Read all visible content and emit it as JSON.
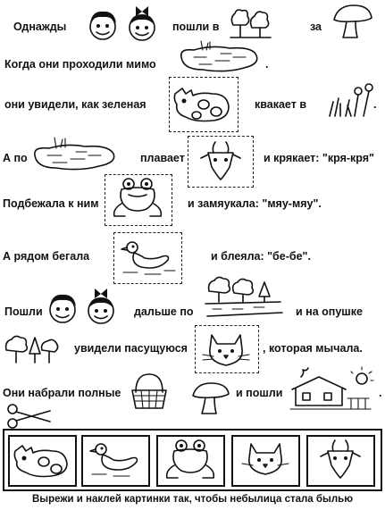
{
  "story": {
    "line1": {
      "t1": "Однажды",
      "t2": "пошли в",
      "t3": "за"
    },
    "line2": {
      "t1": "Когда они проходили мимо",
      "t2": "."
    },
    "line3": {
      "t1": "они увидели, как зеленая",
      "t2": "квакает в",
      "t3": "."
    },
    "line4": {
      "t1": "А по",
      "t2": "плавает",
      "t3": "и крякает: \"кря-кря\""
    },
    "line5": {
      "t1": "Подбежала к ним",
      "t2": "и замяукала: \"мяу-мяу\"."
    },
    "line6": {
      "t1": "А рядом бегала",
      "t2": "и блеяла: \"бе-бе\"."
    },
    "line7": {
      "t1": "Пошли",
      "t2": "дальше по",
      "t3": "и на опушке"
    },
    "line8": {
      "t2": "увидели пасущуюся",
      "t3": ", которая мычала."
    },
    "line9": {
      "t1": "Они набрали полные",
      "t2": "и пошли",
      "t3": "."
    }
  },
  "caption": "Вырежи и наклей картинки так, чтобы небылица стала былью",
  "icons": [
    "boy-face",
    "girl-face",
    "trees",
    "mushroom",
    "pond",
    "cow",
    "grass-flowers",
    "goat",
    "frog",
    "duck",
    "road-trees",
    "cat",
    "basket",
    "house",
    "scissors"
  ]
}
